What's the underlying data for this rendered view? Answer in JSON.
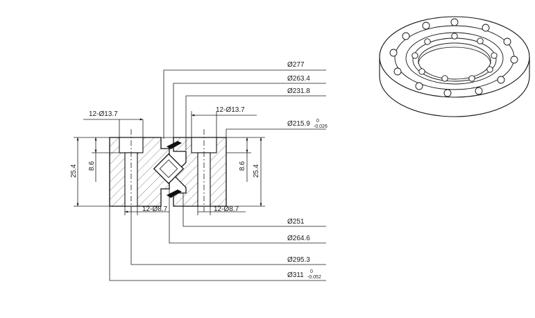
{
  "dimensions": {
    "d277": "Ø277",
    "d263_4": "Ø263.4",
    "d231_8": "Ø231.8",
    "d215_9": "Ø215.9",
    "d215_9_tol_upper": "0",
    "d215_9_tol_lower": "-0.026",
    "d251": "Ø251",
    "d264_6": "Ø264.6",
    "d295_3": "Ø295.3",
    "d311": "Ø311",
    "d311_tol_upper": "0",
    "d311_tol_lower": "-0.052",
    "holes_left_cb": "12-Ø13.7",
    "holes_right_cb": "12-Ø13.7",
    "holes_left_thru": "12-Ø8.7",
    "holes_right_thru": "12-Ø8.7",
    "height_left": "25.4",
    "cb_depth_left": "8.6",
    "cb_depth_right": "8.6",
    "height_right": "25.4"
  }
}
